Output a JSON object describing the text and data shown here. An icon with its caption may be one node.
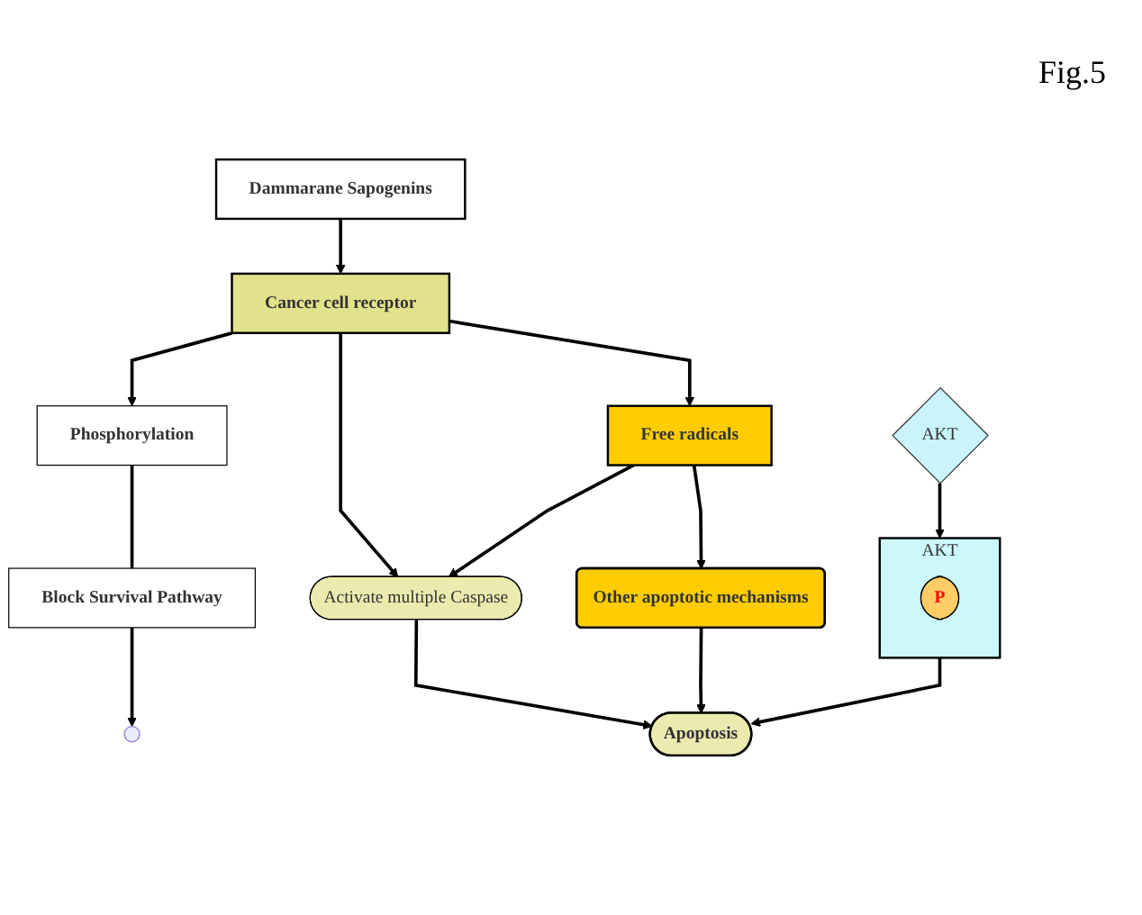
{
  "diagram": {
    "nodes": [
      {
        "text": [
          "Dammarane Sapogenins"
        ]
      },
      {
        "text": [
          "Cancer cell receptor"
        ]
      },
      {
        "text": [
          "AKT"
        ]
      },
      {
        "text": [
          "Phosphorylation"
        ]
      },
      {
        "text": [
          "Free radicals"
        ]
      },
      {
        "text": [
          "AKT"
        ]
      },
      {
        "text": [
          "P"
        ],
        "in": 5
      },
      {
        "text": [
          "Activate multiple Caspase"
        ]
      },
      {
        "text": [
          "Block Survival Pathway"
        ]
      },
      {
        "text": [
          "Other apoptotic mechanisms"
        ]
      },
      {
        "text": [
          "Apoptosis"
        ]
      }
    ],
    "edges": [
      {
        "from": 0,
        "to": 1,
        "arrow": "to"
      },
      {
        "from": 1,
        "to": 3,
        "arrow": "to"
      },
      {
        "from": 1,
        "to": 4,
        "arrow": "to"
      },
      {
        "from": 2,
        "to": 5,
        "arrow": "to"
      },
      {
        "from": 1,
        "to": 7,
        "arrow": "to"
      },
      {
        "from": 4,
        "to": 7,
        "arrow": "to"
      },
      {
        "from": 4,
        "to": 9,
        "arrow": "to"
      },
      {
        "from": 3,
        "to": 8,
        "arrow": "none"
      },
      {
        "from": 8,
        "to": null,
        "arrow": "to"
      },
      {
        "from": 5,
        "to": 10,
        "arrow": "to"
      },
      {
        "from": 7,
        "to": 10,
        "arrow": "to"
      },
      {
        "from": 9,
        "to": 10,
        "arrow": "to"
      }
    ],
    "labels": [
      "Fig.5"
    ]
  }
}
